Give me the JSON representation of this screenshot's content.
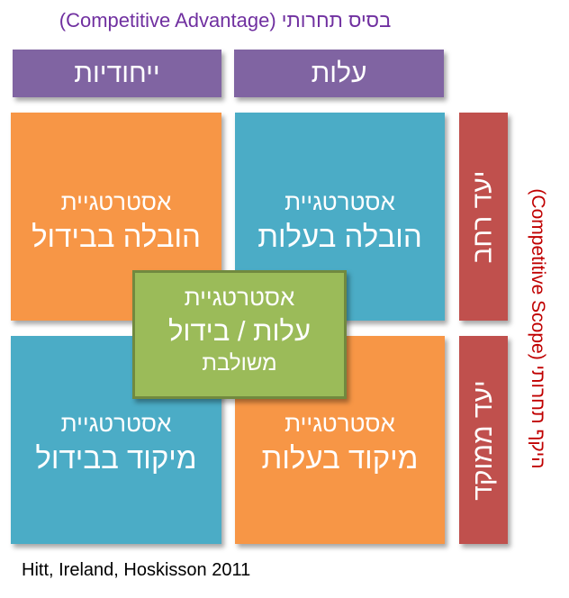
{
  "title_top": "בסיס תחרותי (Competitive Advantage)",
  "column_headers": {
    "uniqueness": "ייחודיות",
    "cost": "עלות"
  },
  "row_headers": {
    "broad": "יעד רחב",
    "narrow": "יעד ממוקד"
  },
  "side_title": "היקף תחרותי (Competitive Scope)",
  "cells": {
    "top_left": {
      "line1": "אסטרטגיית",
      "line2": "הובלה בבידול"
    },
    "top_right": {
      "line1": "אסטרטגיית",
      "line2": "הובלה בעלות"
    },
    "bottom_left": {
      "line1": "אסטרטגיית",
      "line2": "מיקוד בבידול"
    },
    "bottom_right": {
      "line1": "אסטרטגיית",
      "line2": "מיקוד בעלות"
    }
  },
  "center": {
    "line1": "אסטרטגיית",
    "line2": "עלות / בידול",
    "line3": "משולבת"
  },
  "citation": "Hitt, Ireland, Hoskisson 2011",
  "colors": {
    "purple": "#8064a2",
    "red": "#c0504d",
    "orange": "#f79646",
    "blue": "#4bacc6",
    "green": "#9bbb59",
    "title_purple": "#7030a0",
    "side_red": "#c00000"
  }
}
